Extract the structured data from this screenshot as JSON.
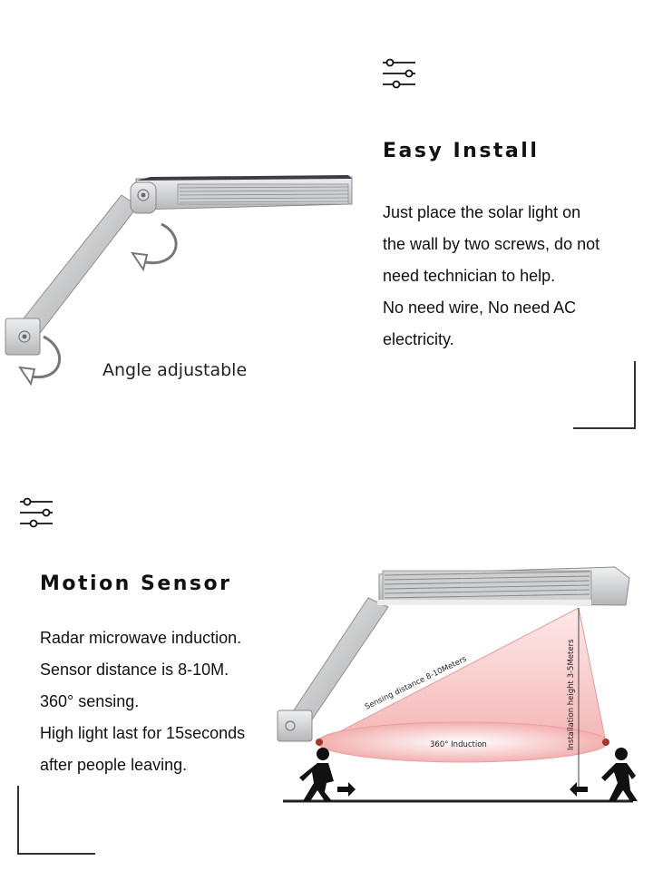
{
  "icons": {
    "section1": "sliders-icon",
    "section2": "sliders-icon"
  },
  "install": {
    "title": "Easy Install",
    "lines": [
      "Just place the solar light on",
      "the wall by two screws, do not",
      "need technician to help.",
      "No need wire, No need AC",
      "electricity."
    ],
    "angle_caption": "Angle adjustable"
  },
  "sensor": {
    "title": "Motion Sensor",
    "lines": [
      "Radar microwave induction.",
      "Sensor distance is 8-10M.",
      "360° sensing.",
      "High light last for 15seconds",
      "after people leaving."
    ],
    "distance_label": "Sensing distance 8-10Meters",
    "height_label": "Installation height 3-5Meters",
    "induction_label": "360° Induction"
  },
  "colors": {
    "text": "#111111",
    "sensing_field": "#f4b8b8",
    "lamp_body": "#d9dadb",
    "accent_dark": "#333333"
  }
}
